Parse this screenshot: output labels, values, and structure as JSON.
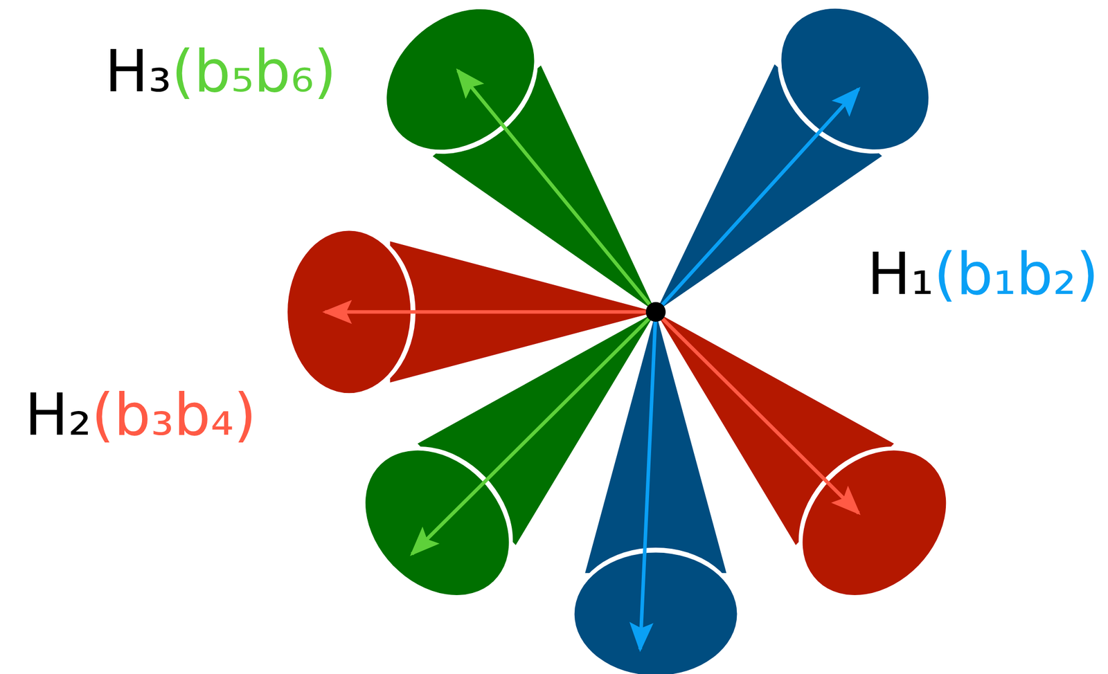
{
  "diagram": {
    "labels": [
      "H₃",
      "(b₅b₆)",
      "H₁",
      "(b₁b₂)",
      "H₂",
      "(b₃b₄)"
    ]
  }
}
